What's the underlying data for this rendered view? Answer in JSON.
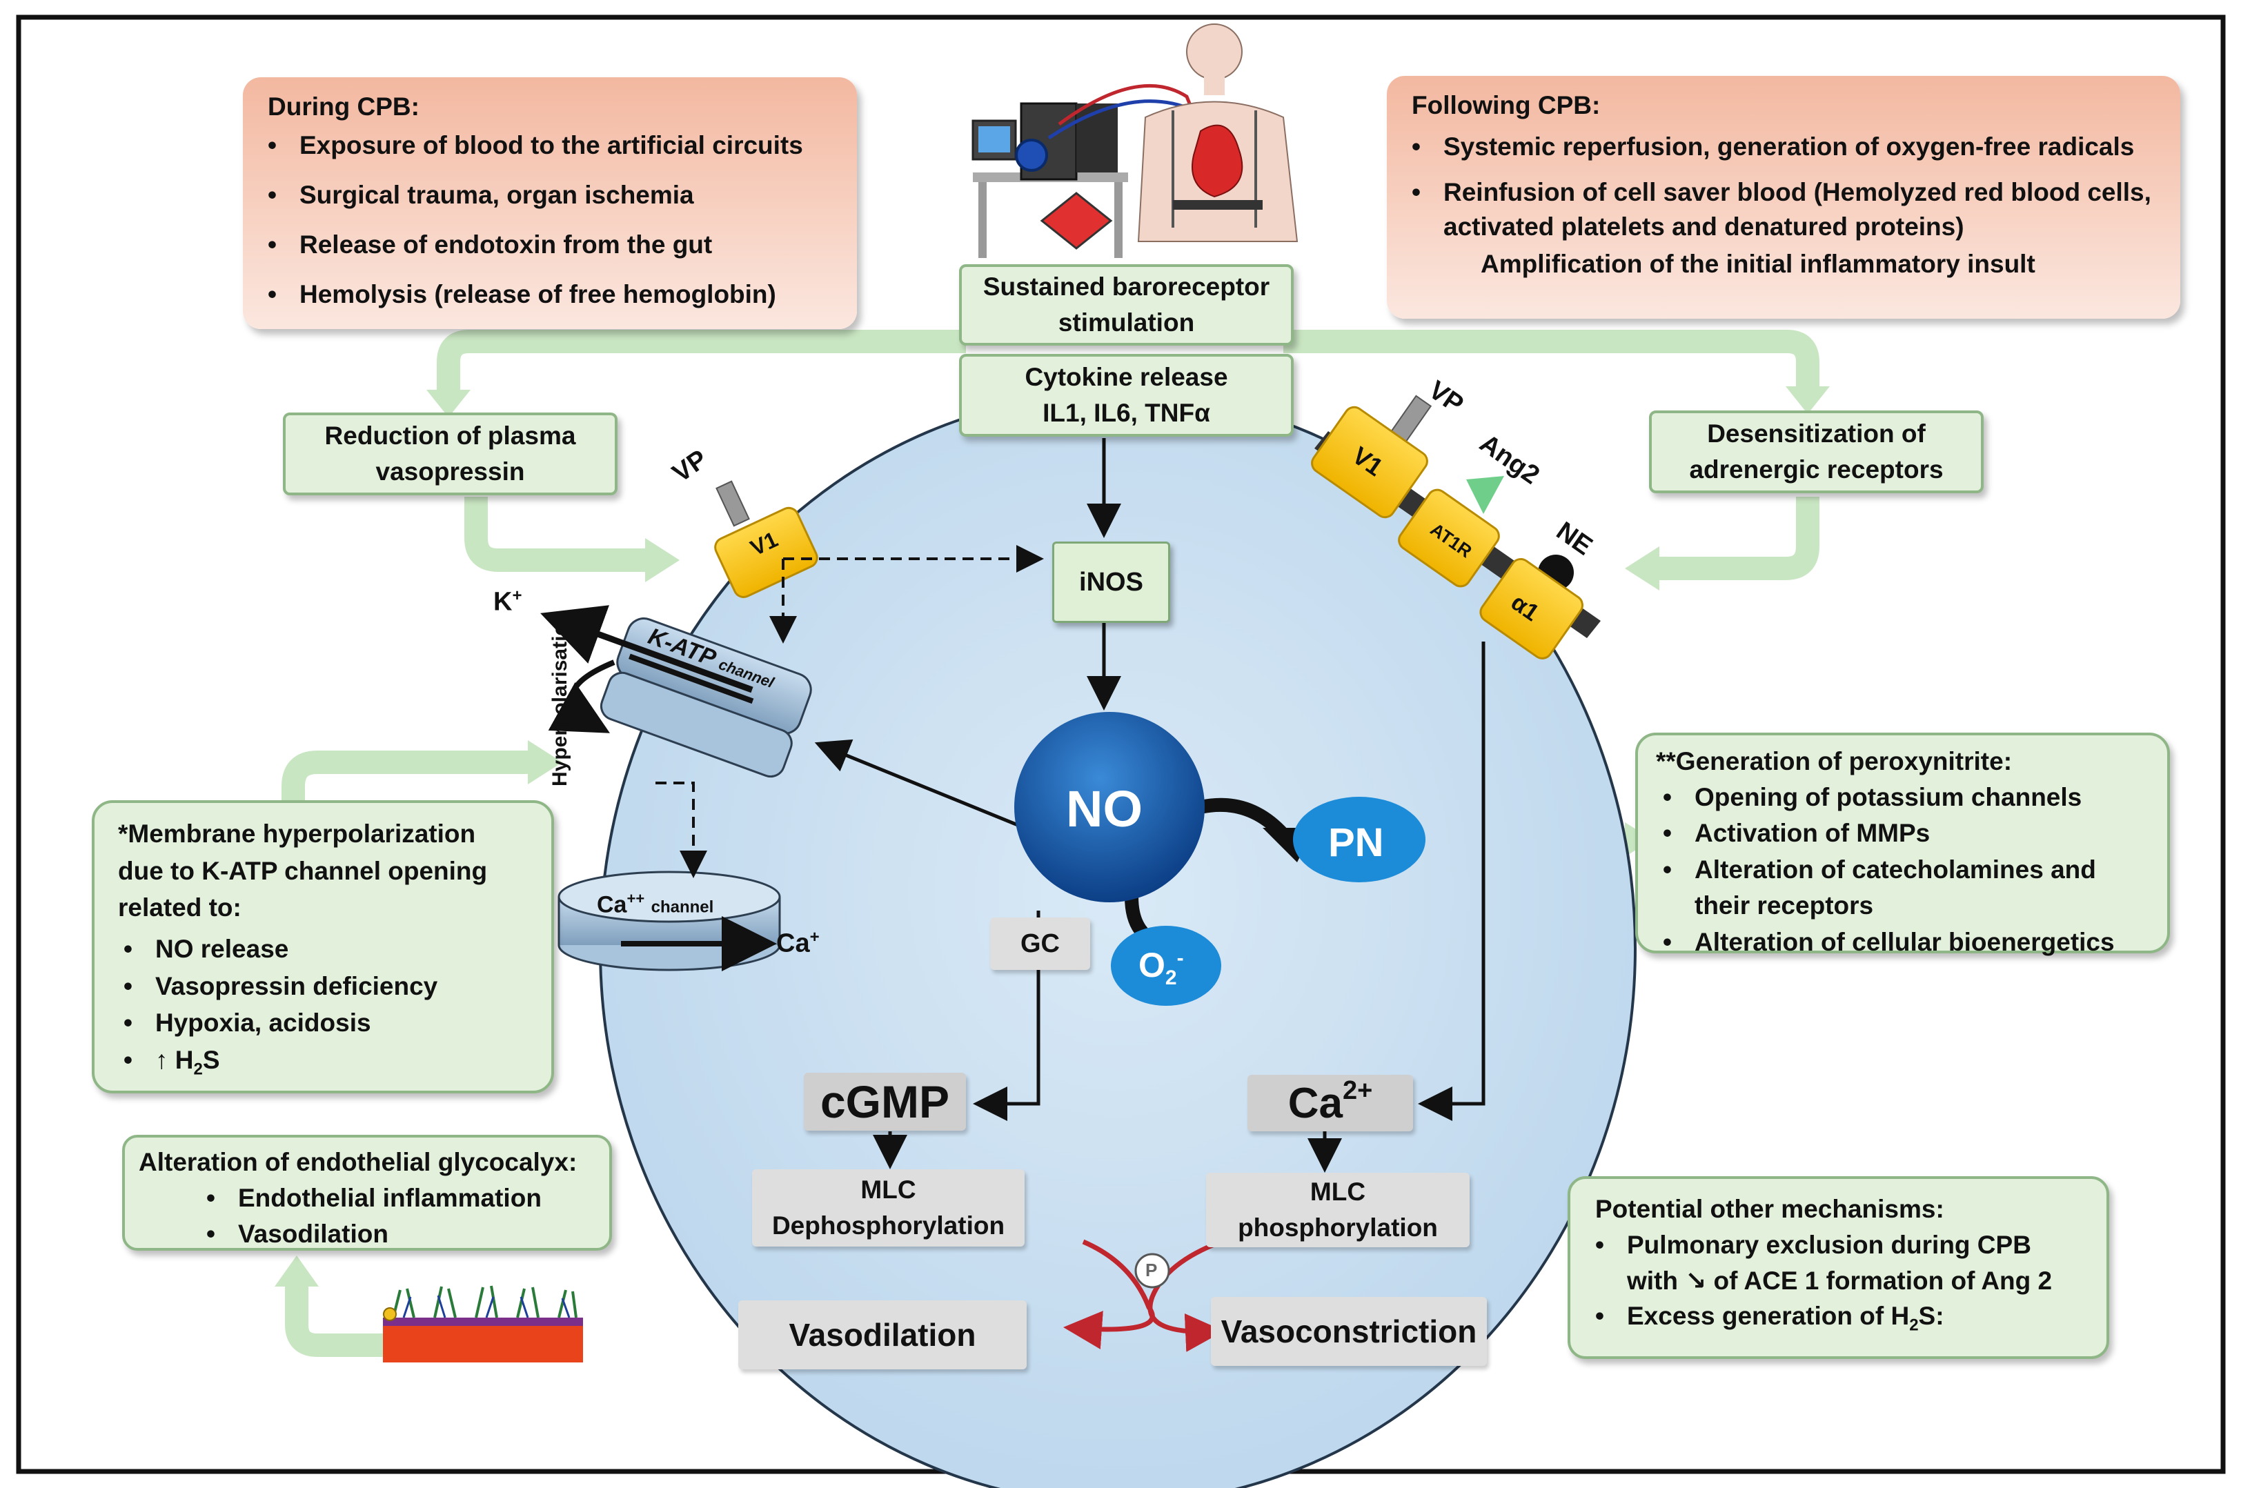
{
  "during_cpb": {
    "title": "During CPB:",
    "items": [
      "Exposure of blood to the artificial circuits",
      "Surgical trauma, organ ischemia",
      "Release of endotoxin from the gut",
      "Hemolysis (release of free hemoglobin)"
    ]
  },
  "following_cpb": {
    "title": "Following CPB:",
    "items": [
      "Systemic reperfusion, generation of oxygen-free radicals",
      "Reinfusion of cell saver blood (Hemolyzed red blood cells, activated platelets and denatured proteins)"
    ],
    "arrow_item": "Amplification of the initial inflammatory insult"
  },
  "baroreceptor": {
    "line1": "Sustained baroreceptor",
    "line2": "stimulation"
  },
  "cytokine": {
    "line1": "Cytokine release",
    "line2": "IL1, IL6, TNFα"
  },
  "reduction": {
    "line1": "Reduction of plasma",
    "line2": "vasopressin"
  },
  "desensitization": {
    "line1": "Desensitization of",
    "line2": "adrenergic receptors"
  },
  "labels": {
    "vp_left": "VP",
    "v1_left": "V1",
    "vp_right": "VP",
    "v1_right": "V1",
    "ang2": "Ang2",
    "at1r": "AT1R",
    "ne": "NE",
    "alpha1": "α1",
    "inos": "iNOS",
    "k_plus": "K",
    "k_sup": "+",
    "katp": "K-ATP",
    "katp_sub": "channel",
    "hyperpolarisation": "Hyperpolarisation",
    "ca_channel": "Ca",
    "ca_channel_sup": "++",
    "ca_channel_sub": "channel",
    "ca_out": "Ca",
    "ca_out_sup": "+",
    "no": "NO",
    "pn": "PN",
    "o2": "O",
    "o2_sub": "2",
    "o2_sup": "-",
    "gc": "GC",
    "cgmp": "cGMP",
    "ca2": "Ca",
    "ca2_sup": "2+",
    "mlc_left": "MLC",
    "mlc_left2": "Dephosphorylation",
    "mlc_right": "MLC",
    "mlc_right2": "phosphorylation",
    "p_circle": "P",
    "vasodilation": "Vasodilation",
    "vasoconstriction": "Vasoconstriction"
  },
  "membrane": {
    "title_lines": [
      "*Membrane hyperpolarization",
      "due to K-ATP channel opening",
      "related to:"
    ],
    "items": [
      "NO release",
      "Vasopressin deficiency",
      "Hypoxia, acidosis"
    ],
    "h2s_item": "↑ H",
    "h2s_sub": "2",
    "h2s_tail": "S"
  },
  "peroxynitrite": {
    "title": "**Generation of peroxynitrite:",
    "items": [
      "Opening of  potassium channels",
      "Activation of MMPs",
      "Alteration of  catecholamines and their receptors",
      "Alteration of cellular bioenergetics"
    ]
  },
  "glycocalyx": {
    "title": "Alteration of endothelial glycocalyx:",
    "items": [
      "Endothelial inflammation",
      "Vasodilation"
    ]
  },
  "other": {
    "title": "Potential other mechanisms:",
    "item1_line1": "Pulmonary exclusion during CPB",
    "item1_line2": "with ↘ of ACE 1 formation of Ang 2",
    "item2": "Excess generation of H",
    "item2_sub": "2",
    "item2_tail": "S:"
  }
}
